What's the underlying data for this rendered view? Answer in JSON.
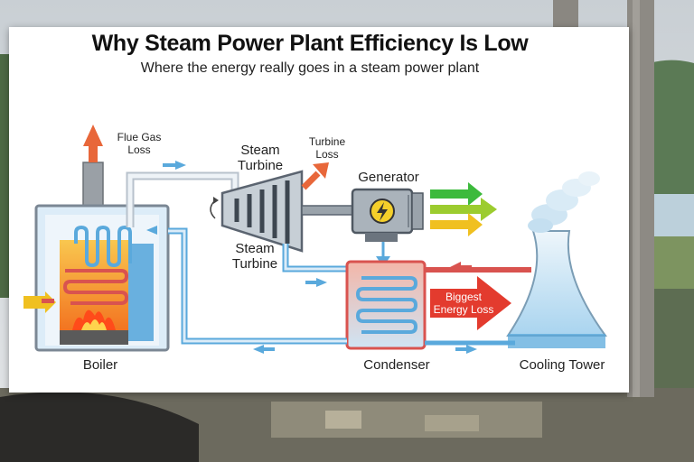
{
  "title": "Why Steam Power Plant Efficiency Is Low",
  "subtitle": "Where the energy really goes in a steam power plant",
  "labels": {
    "flue_gas_loss": "Flue Gas\nLoss",
    "steam_turbine_top": "Steam\nTurbine",
    "turbine_loss": "Turbine\nLoss",
    "generator": "Generator",
    "steam_turbine_bottom": "Steam\nTurbine",
    "boiler": "Boiler",
    "condenser": "Condenser",
    "cooling_tower": "Cooling Tower",
    "biggest_energy_loss": "Biggest\nEnergy Loss"
  },
  "colors": {
    "hot_pipe": "#d9534f",
    "cold_pipe": "#5aa9dc",
    "steam_pipe": "#b8c2cc",
    "loss_arrow": "#e8673a",
    "output_green": "#3cba3c",
    "output_lime": "#9ccc2f",
    "output_yellow": "#f0c020",
    "title": "#111111"
  }
}
